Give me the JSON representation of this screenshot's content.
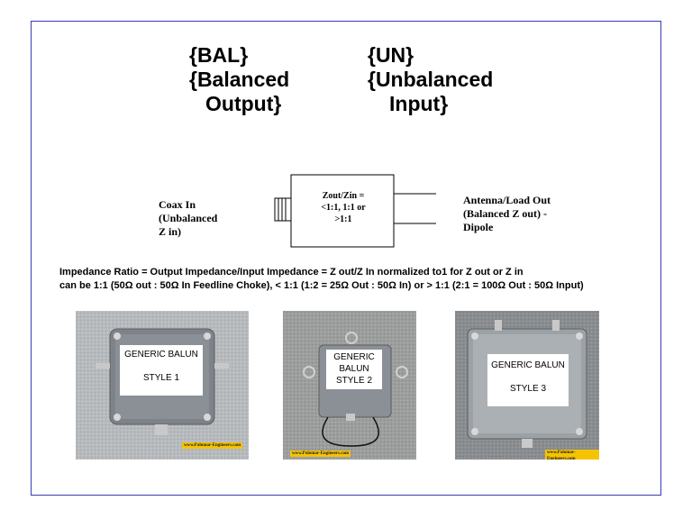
{
  "headings": {
    "bal": [
      "{BAL}",
      "{Balanced",
      "Output}"
    ],
    "un": [
      "{UN}",
      "{Unbalanced",
      "Input}"
    ]
  },
  "diagram": {
    "box_text": [
      "Zout/Zin =",
      "<1:1, 1:1 or",
      ">1:1"
    ],
    "input_label": [
      "Coax In",
      "(Unbalanced",
      "Z in)"
    ],
    "output_label": [
      "Antenna/Load Out",
      "(Balanced Z out) -",
      "Dipole"
    ]
  },
  "ratio_text": [
    "Impedance Ratio  = Output Impedance/Input Impedance = Z out/Z In normalized to1 for Z out or Z in",
    "can be 1:1 (50Ω out : 50Ω In Feedline Choke), < 1:1 (1:2 = 25Ω Out : 50Ω In) or > 1:1 (2:1 = 100Ω Out : 50Ω Input)"
  ],
  "photos": [
    {
      "label": [
        "GENERIC BALUN",
        "",
        "STYLE 1"
      ],
      "watermark": "www.Palomar-Engineers.com"
    },
    {
      "label": [
        "GENERIC",
        "BALUN",
        "STYLE 2"
      ],
      "watermark": "www.Palomar-Engineers.com"
    },
    {
      "label": [
        "GENERIC BALUN",
        "",
        "STYLE 3"
      ],
      "watermark": "www.Palomar-Engineers.com"
    }
  ],
  "colors": {
    "frame": "#3b3bb0",
    "box_gray": "#8a9095",
    "watermark": "#f5c400"
  }
}
